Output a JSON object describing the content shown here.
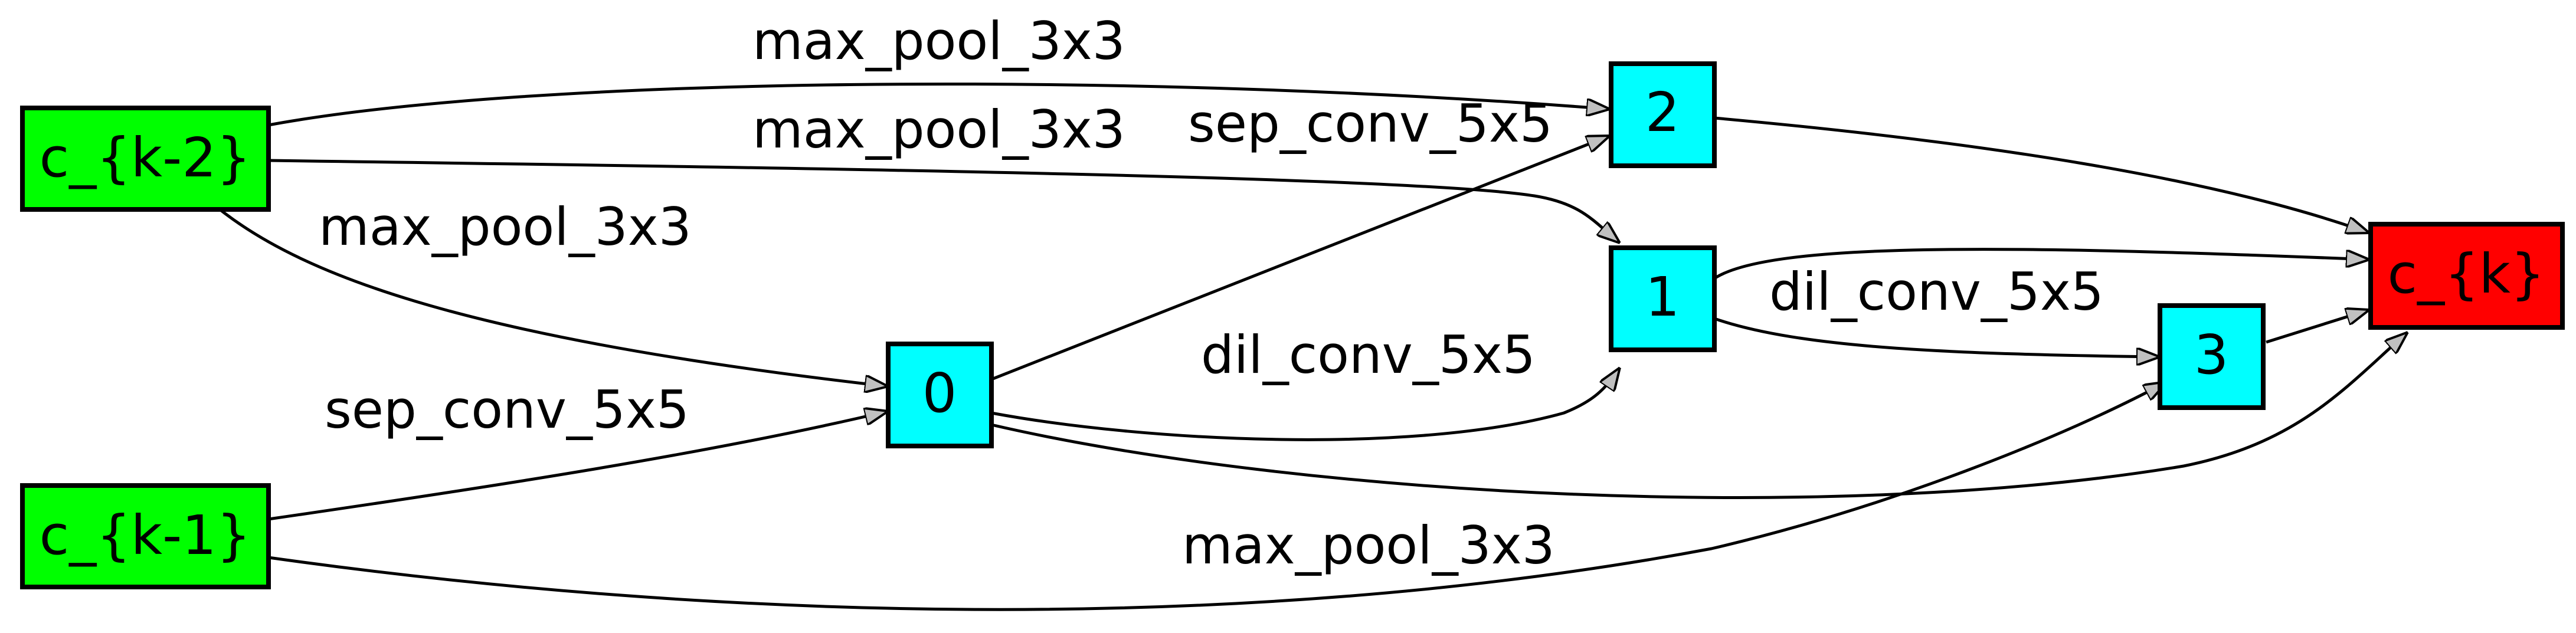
{
  "colors": {
    "input_node": "#00ff00",
    "intermediate_node": "#00ffff",
    "output_node": "#ff0000",
    "arrowhead": "#c0c0c0",
    "stroke": "#000000"
  },
  "nodes": {
    "ck2": "c_{k-2}",
    "ck1": "c_{k-1}",
    "n0": "0",
    "n1": "1",
    "n2": "2",
    "n3": "3",
    "ck": "c_{k}"
  },
  "edges": {
    "ck2_to_2": "max_pool_3x3",
    "ck2_to_1": "max_pool_3x3",
    "ck2_to_0": "max_pool_3x3",
    "0_to_2": "sep_conv_5x5",
    "ck1_to_0": "sep_conv_5x5",
    "0_to_1": "dil_conv_5x5",
    "1_to_3": "dil_conv_5x5",
    "ck1_to_3": "max_pool_3x3"
  }
}
